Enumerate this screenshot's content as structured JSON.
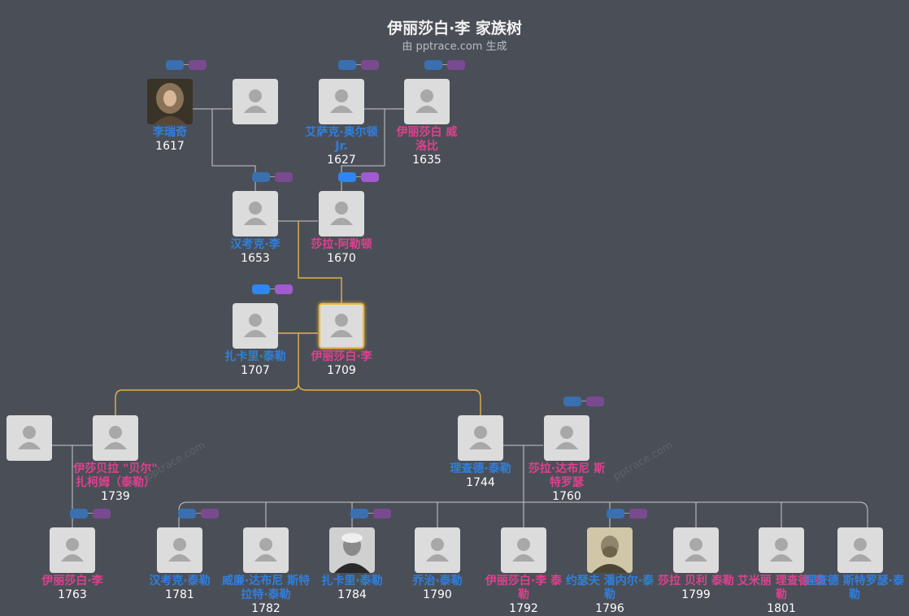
{
  "title": "伊丽莎白·李 家族树",
  "subtitle": "由 pptrace.com 生成",
  "watermark": "pptrace.com",
  "colors": {
    "male": "#2f7fe0",
    "female": "#e0408f",
    "highlight": "#f0b93a",
    "line": "#c8c8c8"
  },
  "people": [
    {
      "id": "p1",
      "name": "李瑞奇",
      "year": "1617",
      "gender": "m",
      "photo": "portrait-photo"
    },
    {
      "id": "p2",
      "name": "",
      "year": "",
      "gender": "f"
    },
    {
      "id": "p3",
      "name": "艾萨克·奥尔顿 Jr.",
      "year": "1627",
      "gender": "m"
    },
    {
      "id": "p4",
      "name": "伊丽莎白 威洛比",
      "year": "1635",
      "gender": "f"
    },
    {
      "id": "p5",
      "name": "汉考克·李",
      "year": "1653",
      "gender": "m"
    },
    {
      "id": "p6",
      "name": "莎拉·阿勒顿",
      "year": "1670",
      "gender": "f"
    },
    {
      "id": "p7",
      "name": "扎卡里·泰勒",
      "year": "1707",
      "gender": "m"
    },
    {
      "id": "p8",
      "name": "伊丽莎白·李",
      "year": "1709",
      "gender": "f",
      "selected": true
    },
    {
      "id": "p9",
      "name": "",
      "year": "",
      "gender": "m"
    },
    {
      "id": "p10",
      "name": "伊莎贝拉 \"贝尔\" 扎柯姆（泰勒）",
      "year": "1739",
      "gender": "f"
    },
    {
      "id": "p11",
      "name": "理查德·泰勒",
      "year": "1744",
      "gender": "m"
    },
    {
      "id": "p12",
      "name": "莎拉·达布尼 斯特罗瑟",
      "year": "1760",
      "gender": "f"
    },
    {
      "id": "c1",
      "name": "伊丽莎白·李",
      "year": "1763",
      "gender": "f"
    },
    {
      "id": "c2",
      "name": "汉考克·泰勒",
      "year": "1781",
      "gender": "m"
    },
    {
      "id": "c3",
      "name": "威廉·达布尼 斯特拉特·泰勒",
      "year": "1782",
      "gender": "m"
    },
    {
      "id": "c4",
      "name": "扎卡里·泰勒",
      "year": "1784",
      "gender": "m",
      "photo": "portrait-photo"
    },
    {
      "id": "c5",
      "name": "乔治·泰勒",
      "year": "1790",
      "gender": "m"
    },
    {
      "id": "c6",
      "name": "伊丽莎白·李 泰勒",
      "year": "1792",
      "gender": "f"
    },
    {
      "id": "c7",
      "name": "约瑟夫 潘内尔·泰勒",
      "year": "1796",
      "gender": "m",
      "photo": "engraving-photo"
    },
    {
      "id": "c8",
      "name": "莎拉 贝利 泰勒",
      "year": "1799",
      "gender": "f"
    },
    {
      "id": "c9",
      "name": "艾米丽 理查德·泰勒",
      "year": "1801",
      "gender": "f"
    },
    {
      "id": "c10",
      "name": "理查德 斯特罗瑟·泰勒",
      "year": "",
      "gender": "m"
    }
  ]
}
